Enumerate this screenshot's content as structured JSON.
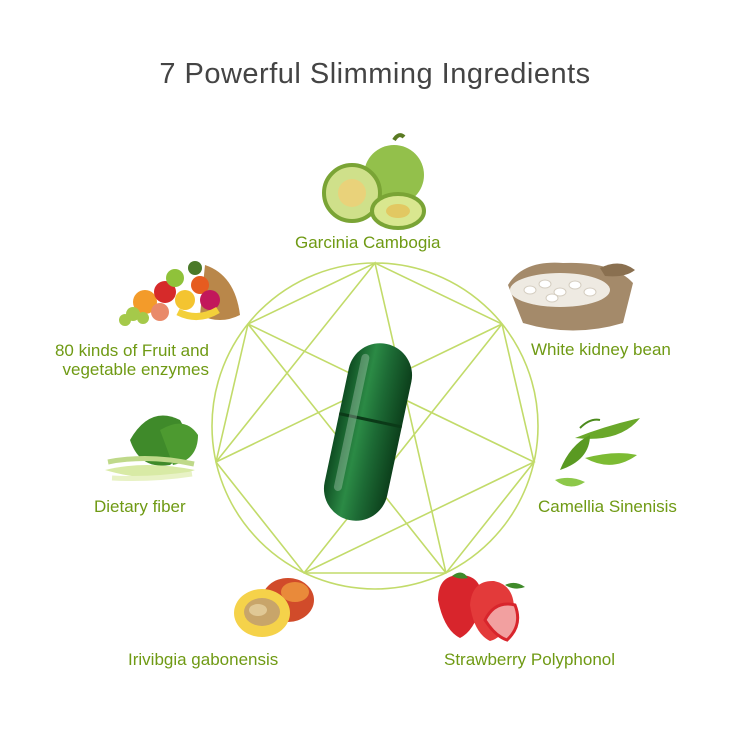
{
  "title": "7 Powerful Slimming Ingredients",
  "accent_color": "#b9d55c",
  "label_color": "#6f9a14",
  "capsule_color": "#1d6b35",
  "ingredients": [
    {
      "label": "Garcinia Cambogia",
      "icon": "garcinia-fruit-icon"
    },
    {
      "label": "White kidney bean",
      "icon": "kidney-bean-sack-icon"
    },
    {
      "label": "Camellia Sinenisis",
      "icon": "tea-leaf-icon"
    },
    {
      "label": "Strawberry Polyphonol",
      "icon": "strawberry-icon"
    },
    {
      "label": "Irivibgia gabonensis",
      "icon": "mango-icon"
    },
    {
      "label": "Dietary fiber",
      "icon": "bok-choy-icon"
    },
    {
      "label_line1": "80 kinds of Fruit and",
      "label_line2": "vegetable enzymes",
      "icon": "fruit-basket-icon"
    }
  ]
}
